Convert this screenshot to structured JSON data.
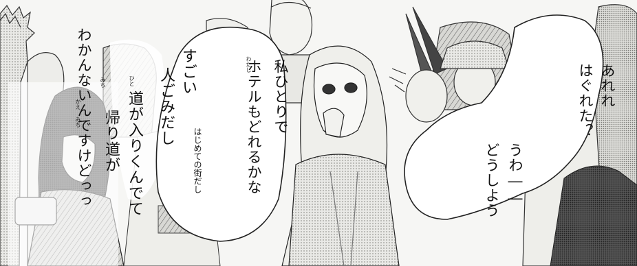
{
  "bubbles": {
    "left_col1": "すごい",
    "left_col2": "人ごみだし",
    "left_col3": "道が入りくんでて",
    "left_col4": "帰り道が",
    "left_col5": "わかんないんですけどっっ",
    "left_ruby_hito": "ひと",
    "left_ruby_michi1": "みち",
    "left_ruby_kae": "かえ",
    "left_ruby_michi2": "みち",
    "center_col1": "私ひとりで",
    "center_col2": "ホテルもどれるかな",
    "center_ruby_watashi": "わたし",
    "center_small": "はじめての街だし",
    "right_col1": "あれれ",
    "right_col2": "はぐれた？",
    "right_col3": "うわ――",
    "right_col4": "どうしよう"
  },
  "colors": {
    "ink": "#111111",
    "paper": "#f4f4f2",
    "screentone": "#c9c9c6"
  }
}
